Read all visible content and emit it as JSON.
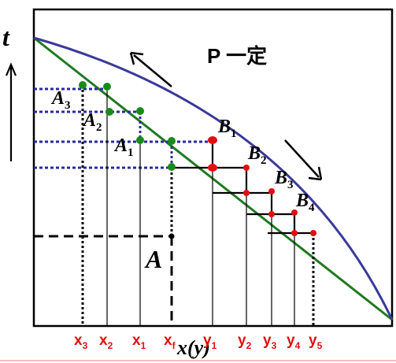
{
  "axes": {
    "t_label": "t",
    "xy_label": "x(y)"
  },
  "annotation": {
    "condition": "P 一定"
  },
  "points": {
    "A": "A",
    "A1": {
      "base": "A",
      "sub": "1"
    },
    "A2": {
      "base": "A",
      "sub": "2"
    },
    "A3": {
      "base": "A",
      "sub": "3"
    },
    "B1": {
      "base": "B",
      "sub": "1"
    },
    "B2": {
      "base": "B",
      "sub": "2"
    },
    "B3": {
      "base": "B",
      "sub": "3"
    },
    "B4": {
      "base": "B",
      "sub": "4"
    }
  },
  "x_ticks": [
    {
      "base": "x",
      "sub": "3"
    },
    {
      "base": "x",
      "sub": "2"
    },
    {
      "base": "x",
      "sub": "1"
    },
    {
      "base": "x",
      "sub": "f"
    },
    {
      "base": "y",
      "sub": "1"
    },
    {
      "base": "y",
      "sub": "2"
    },
    {
      "base": "y",
      "sub": "3"
    },
    {
      "base": "y",
      "sub": "4"
    },
    {
      "base": "y",
      "sub": "5"
    }
  ],
  "colors": {
    "dew_curve": "#3a3a9a",
    "bubble_curve": "#1f7a1f",
    "red_point": "#e01010",
    "green_point": "#1a8a1a",
    "dotted_blue": "#2a2aa0",
    "tick_label": "#e01010",
    "black": "#000000"
  }
}
